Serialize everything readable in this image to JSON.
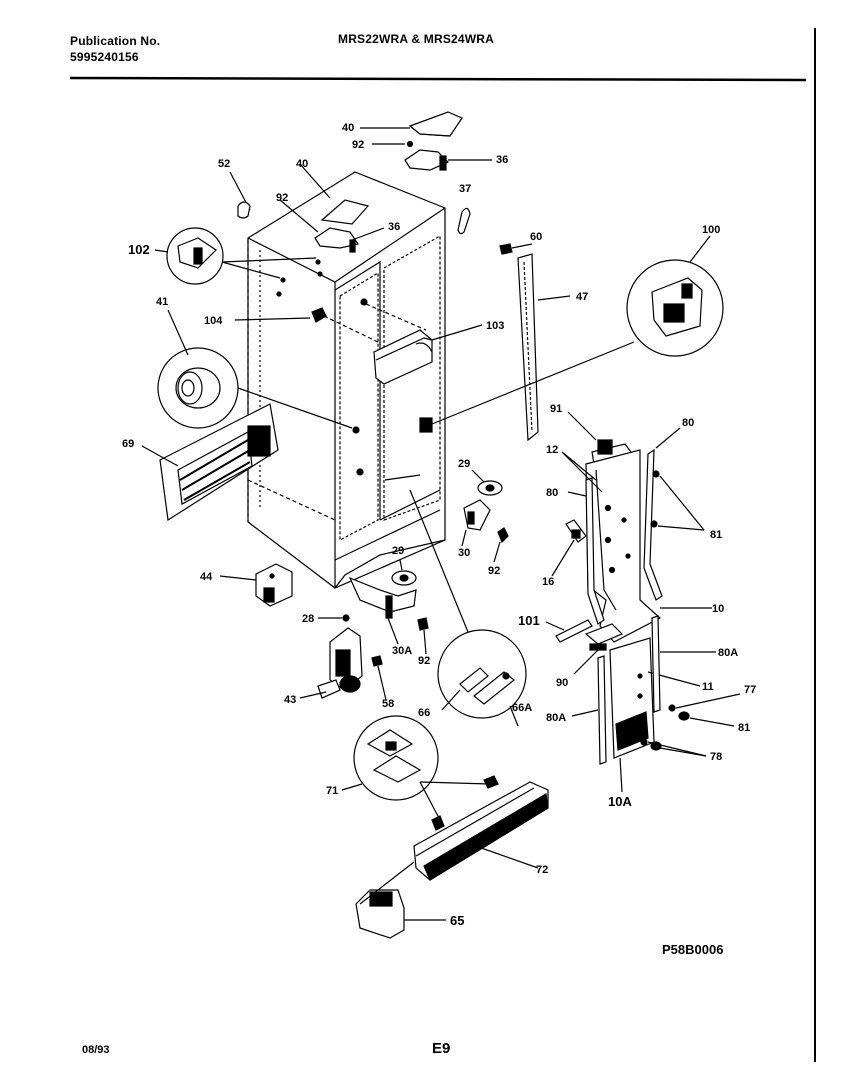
{
  "header": {
    "publication_label": "Publication No.",
    "publication_number": "5995240156",
    "model_title": "MRS22WRA & MRS24WRA"
  },
  "footer": {
    "date": "08/93",
    "page_code": "E9",
    "drawing_number": "P58B0006"
  },
  "callouts": {
    "c40a": "40",
    "c92a": "92",
    "c36a": "36",
    "c52": "52",
    "c40b": "40",
    "c92b": "92",
    "c36b": "36",
    "c37": "37",
    "c102": "102",
    "c104": "104",
    "c103": "103",
    "c41": "41",
    "c60": "60",
    "c47": "47",
    "c100": "100",
    "c69": "69",
    "c91": "91",
    "c80a": "80",
    "c12": "12",
    "c80b": "80",
    "c81a": "81",
    "c29a": "29",
    "c30": "30",
    "c92c": "92",
    "c16": "16",
    "c44": "44",
    "c29b": "29",
    "c28": "28",
    "c30A": "30A",
    "c92d": "92",
    "c101": "101",
    "c10": "10",
    "c90": "90",
    "c80A1": "80A",
    "c11": "11",
    "c77": "77",
    "c43": "43",
    "c58": "58",
    "c66": "66",
    "c66A": "66A",
    "c80A2": "80A",
    "c81b": "81",
    "c78": "78",
    "c10A": "10A",
    "c71": "71",
    "c72": "72",
    "c65": "65"
  }
}
